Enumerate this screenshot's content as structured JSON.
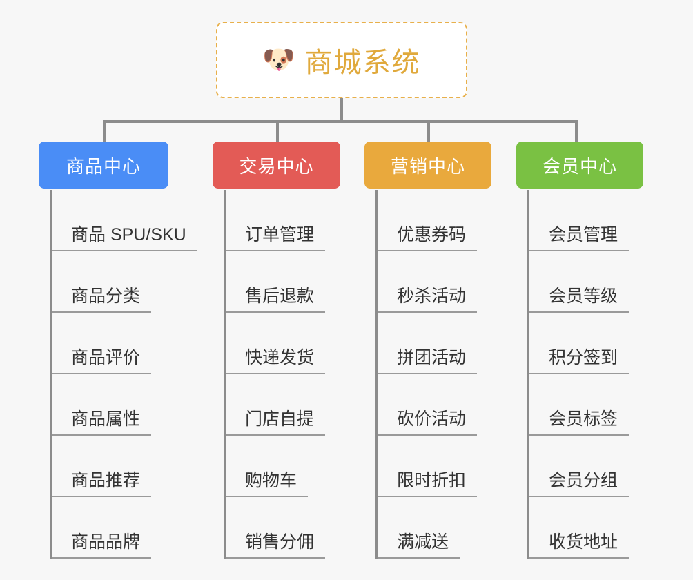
{
  "page": {
    "background_color": "#f7f7f7",
    "type": "mindmap",
    "connector_color": "#8c8c8c"
  },
  "root": {
    "title": "商城系统",
    "icon": "dog-face-emoji",
    "icon_glyph": "🐶",
    "border_color": "#e8b04b",
    "text_color": "#e0a93c",
    "background_color": "#ffffff"
  },
  "branches": [
    {
      "label": "商品中心",
      "color": "#4a8df6",
      "items": [
        "商品 SPU/SKU",
        "商品分类",
        "商品评价",
        "商品属性",
        "商品推荐",
        "商品品牌"
      ]
    },
    {
      "label": "交易中心",
      "color": "#e35b56",
      "items": [
        "订单管理",
        "售后退款",
        "快递发货",
        "门店自提",
        "购物车",
        "销售分佣"
      ]
    },
    {
      "label": "营销中心",
      "color": "#e9a93d",
      "items": [
        "优惠券码",
        "秒杀活动",
        "拼团活动",
        "砍价活动",
        "限时折扣",
        "满减送"
      ]
    },
    {
      "label": "会员中心",
      "color": "#7ac143",
      "items": [
        "会员管理",
        "会员等级",
        "积分签到",
        "会员标签",
        "会员分组",
        "收货地址"
      ]
    }
  ]
}
